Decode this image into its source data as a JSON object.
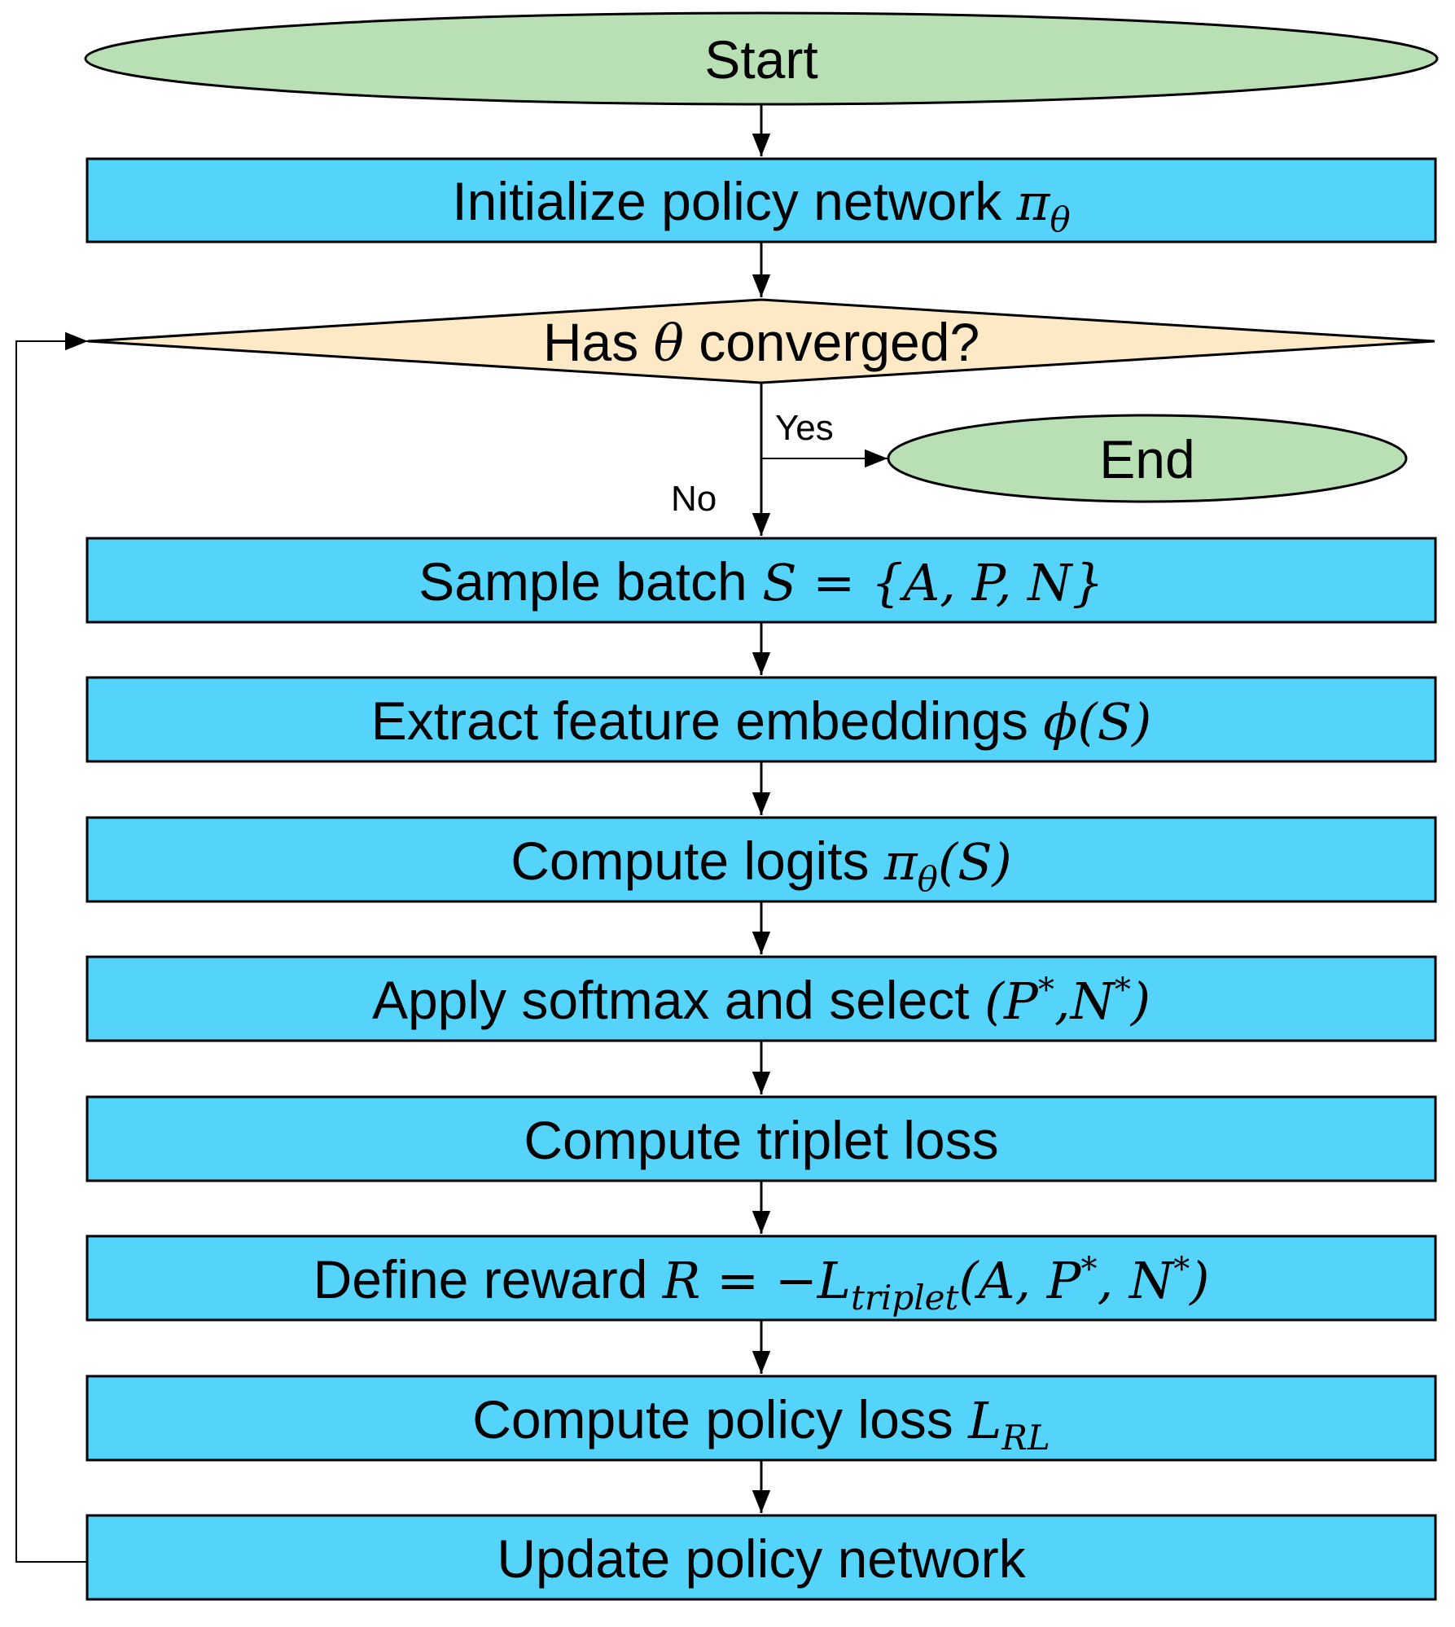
{
  "colors": {
    "terminal_fill": "#b9e0b5",
    "process_fill": "#55d4fb",
    "decision_fill": "#fde9c6",
    "stroke": "#000000"
  },
  "nodes": {
    "start": {
      "text": "Start"
    },
    "init": {
      "text": "Initialize policy network ",
      "math": "π",
      "math_sub": "θ"
    },
    "decision": {
      "text_before": "Has ",
      "math": "θ",
      "text_after": " converged?"
    },
    "end": {
      "text": "End"
    },
    "sample": {
      "text": "Sample batch ",
      "math": "S = {A, P, N}"
    },
    "extract": {
      "text": "Extract feature embeddings ",
      "math": "ϕ(S)"
    },
    "logits": {
      "text": "Compute logits ",
      "math": "π",
      "math_sub": "θ",
      "math_after": "(S)"
    },
    "softmax": {
      "text": "Apply softmax and select ",
      "math": "(P",
      "sup1": "*",
      "math_mid": ",N",
      "sup2": "*",
      "math_end": ")"
    },
    "triplet": {
      "text": "Compute triplet loss"
    },
    "reward": {
      "text": "Define reward ",
      "math": "R = −L",
      "math_sub": "triplet",
      "math_after": "(A, P",
      "sup1": "*",
      "math_mid": ", N",
      "sup2": "*",
      "math_end": ")"
    },
    "policy_loss": {
      "text": "Compute policy loss ",
      "math": "L",
      "math_sub": "RL"
    },
    "update": {
      "text": "Update policy network"
    }
  },
  "edges": {
    "yes_label": "Yes",
    "no_label": "No"
  }
}
